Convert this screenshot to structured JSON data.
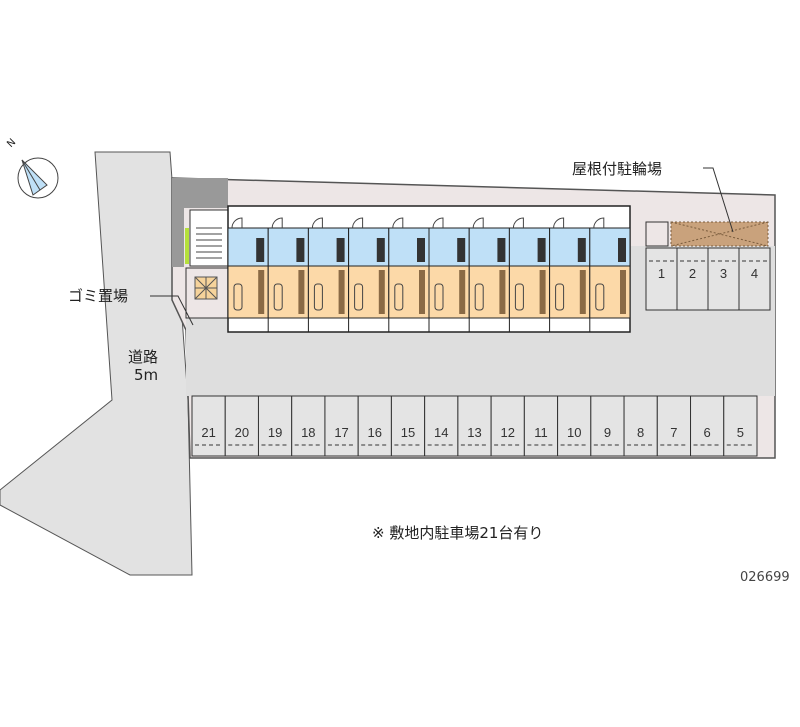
{
  "labels": {
    "bike_parking": "屋根付駐輪場",
    "garbage": "ゴミ置場",
    "road_name": "道路",
    "road_width": "5m",
    "note": "※ 敷地内駐車場21台有り",
    "code": "026699",
    "compass_north": "N"
  },
  "parking_top": [
    "1",
    "2",
    "3",
    "4"
  ],
  "parking_bottom": [
    "21",
    "20",
    "19",
    "18",
    "17",
    "16",
    "15",
    "14",
    "13",
    "12",
    "11",
    "10",
    "9",
    "8",
    "7",
    "6",
    "5"
  ],
  "unit_count": 10,
  "colors": {
    "road": "#e2e2e2",
    "lot": "#ede6e6",
    "drive": "#dedede",
    "unit_top": "#bfe0f7",
    "unit_bottom": "#fcd9a8",
    "bike": "#c9a27c"
  }
}
